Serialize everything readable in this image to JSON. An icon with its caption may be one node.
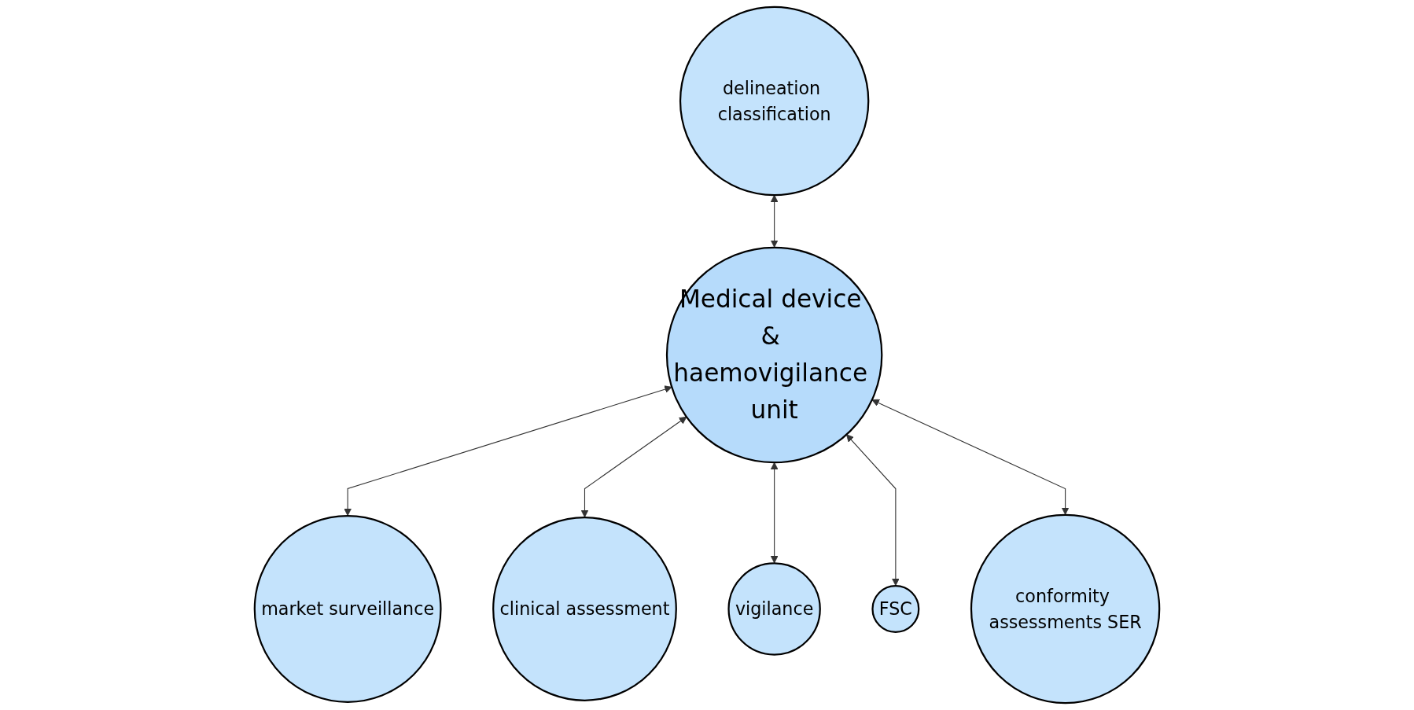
{
  "diagram": {
    "nodes": [
      {
        "text": [
          "market surveillance"
        ]
      },
      {
        "text": [
          "clinical assessment"
        ]
      },
      {
        "text": [
          "vigilance"
        ]
      },
      {
        "text": [
          "FSC"
        ]
      },
      {
        "text": [
          "conformity assessments SER"
        ]
      },
      {
        "text": [
          "Medical device & haemovigilance unit"
        ]
      },
      {
        "text": [
          "delineation classification"
        ]
      }
    ],
    "edges": [
      {
        "from": 0,
        "to": 5,
        "arrow": "both"
      },
      {
        "from": 1,
        "to": 5,
        "arrow": "both"
      },
      {
        "from": 2,
        "to": 5,
        "arrow": "both"
      },
      {
        "from": 3,
        "to": 5,
        "arrow": "both"
      },
      {
        "from": 4,
        "to": 5,
        "arrow": "both"
      },
      {
        "from": 5,
        "to": 6,
        "arrow": "both"
      }
    ]
  }
}
